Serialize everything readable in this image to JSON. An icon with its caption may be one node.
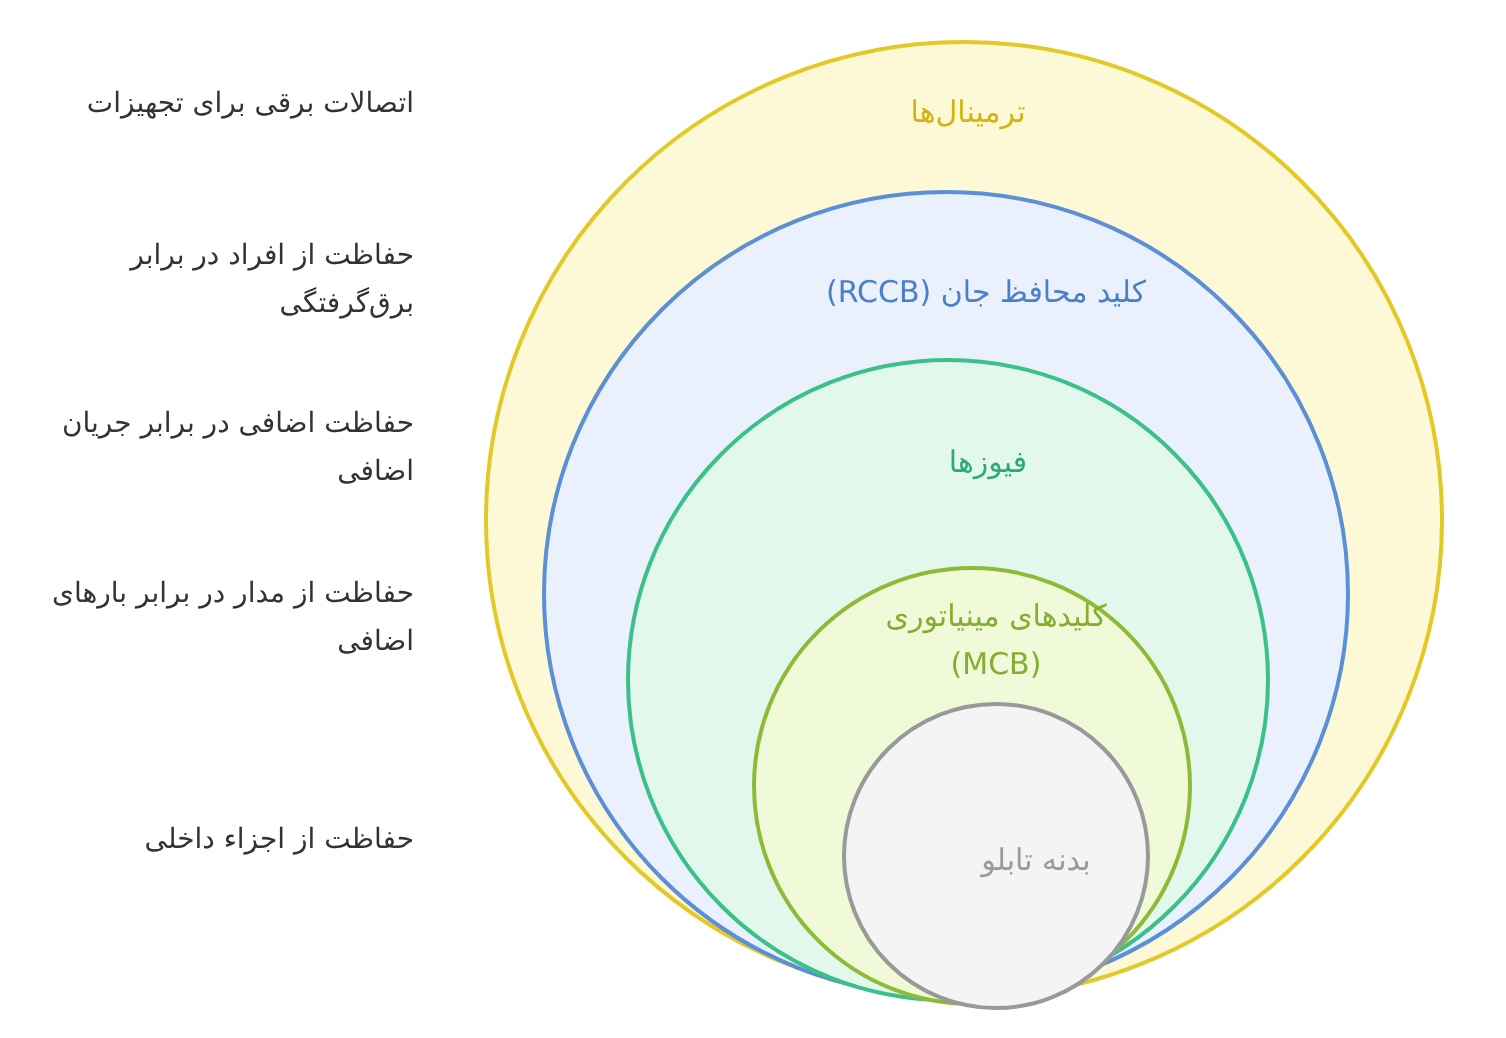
{
  "diagram": {
    "nodes": [
      {
        "text": [
          "ترمینال‌ها"
        ]
      },
      {
        "text": [
          "کلید محافظ جان (RCCB)"
        ],
        "in": 0
      },
      {
        "text": [
          "فیوزها"
        ],
        "in": 1
      },
      {
        "text": [
          "کلیدهای مینیاتوری (MCB)"
        ],
        "in": 2
      },
      {
        "text": [
          "بدنه تابلو"
        ],
        "in": 3
      }
    ],
    "labels": [
      "اتصالات برقی برای تجهیزات",
      "حفاظت از افراد در برابر برق‌گرفتگی",
      "حفاظت اضافی در برابر جریان اضافی",
      "حفاظت از مدار در برابر بارهای اضافی",
      "حفاظت از اجزاء داخلی"
    ]
  }
}
